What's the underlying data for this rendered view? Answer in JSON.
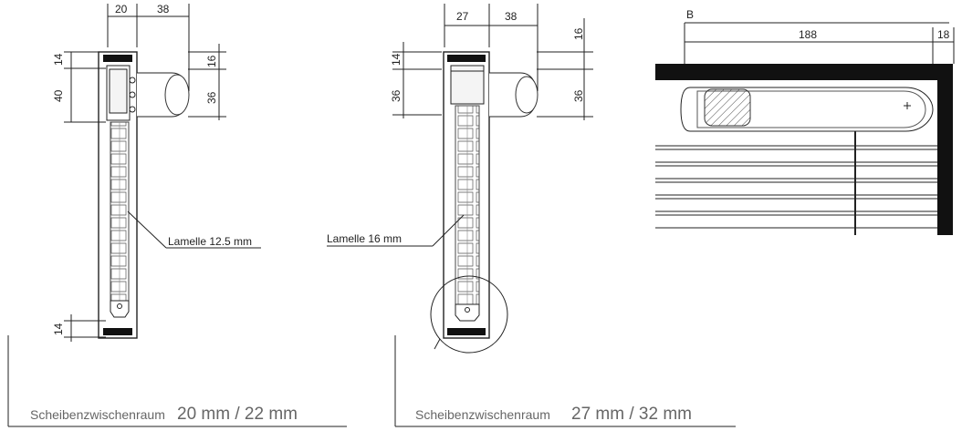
{
  "left": {
    "dims": {
      "top_a": "20",
      "top_b": "38",
      "side_14a": "14",
      "side_40": "40",
      "side_14b": "14",
      "right_16": "16",
      "right_36": "36"
    },
    "callout": "Lamelle 12.5 mm",
    "caption_prefix": "Scheibenzwischenraum",
    "caption_value": "20 mm / 22 mm"
  },
  "middle": {
    "dims": {
      "top_a": "27",
      "top_b": "38",
      "side_14": "14",
      "side_36": "36",
      "right_16": "16",
      "right_36": "36"
    },
    "callout": "Lamelle 16 mm",
    "caption_prefix": "Scheibenzwischenraum",
    "caption_value": "27 mm / 32 mm"
  },
  "right": {
    "dims": {
      "b": "B",
      "w188": "188",
      "w18": "18"
    }
  }
}
